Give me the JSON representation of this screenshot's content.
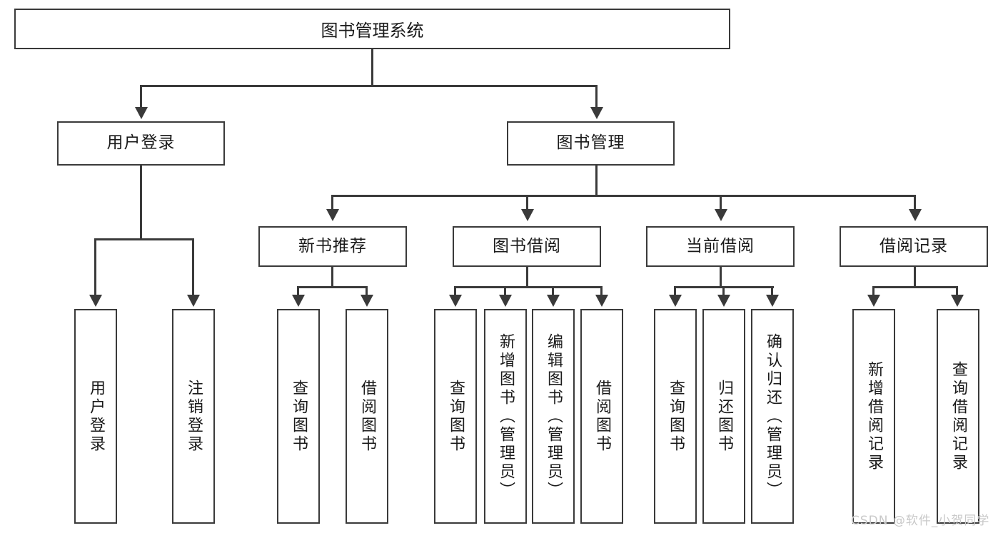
{
  "diagram": {
    "title": "图书管理系统",
    "type": "tree-diagram",
    "watermark": "CSDN @软件_小贺同学",
    "colors": {
      "stroke": "#3a3a3a",
      "fill": "#ffffff",
      "text": "#1a1a1a",
      "watermark": "#c9c9c9"
    },
    "nodes": {
      "root": "图书管理系统",
      "level1": [
        "用户登录",
        "图书管理"
      ],
      "level2": [
        "新书推荐",
        "图书借阅",
        "当前借阅",
        "借阅记录"
      ],
      "leaves": {
        "user_login": [
          "用户登录",
          "注销登录"
        ],
        "new_book_recommend": [
          "查询图书",
          "借阅图书"
        ],
        "book_borrow": [
          "查询图书",
          "新增图书（管理员）",
          "编辑图书（管理员）",
          "借阅图书"
        ],
        "current_borrow": [
          "查询图书",
          "归还图书",
          "确认归还（管理员）"
        ],
        "borrow_record": [
          "新增借阅记录",
          "查询借阅记录"
        ]
      }
    }
  }
}
